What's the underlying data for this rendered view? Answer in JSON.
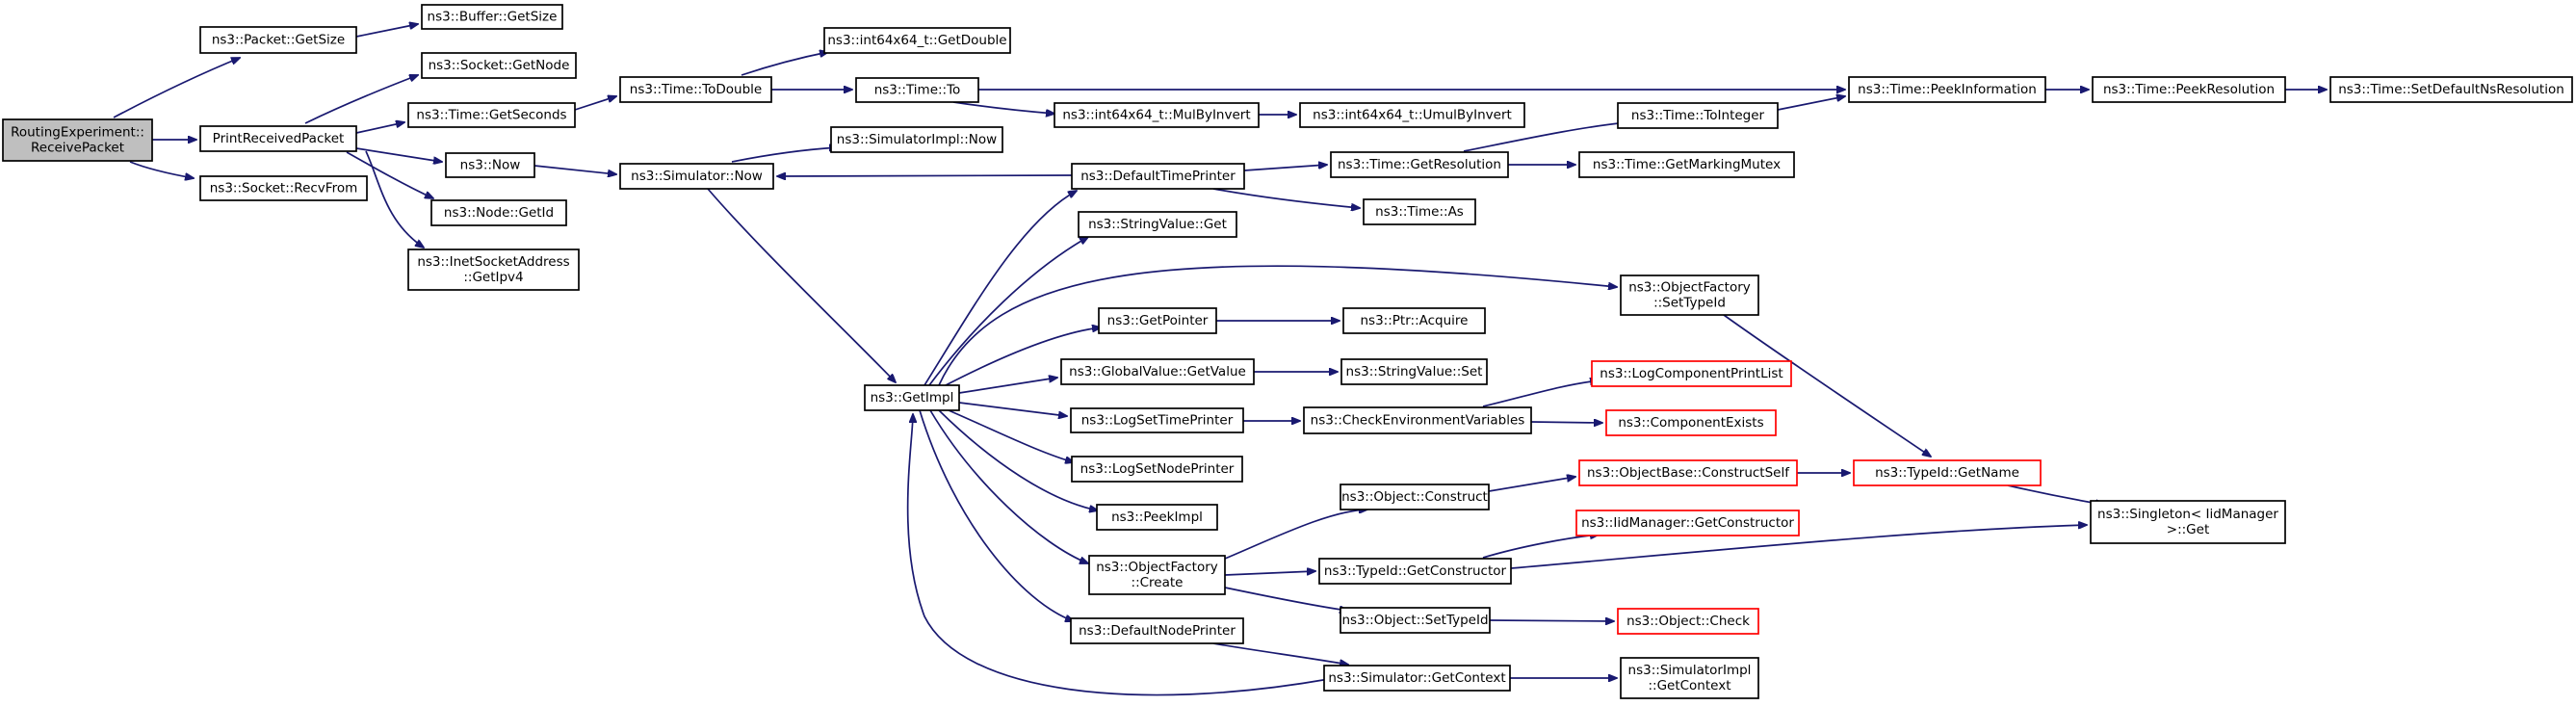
{
  "nodes": [
    {
      "id": "root",
      "lines": [
        "RoutingExperiment::",
        "ReceivePacket"
      ],
      "style": "root"
    },
    {
      "id": "pkt_getsize",
      "lines": [
        "ns3::Packet::GetSize"
      ]
    },
    {
      "id": "buf_getsize",
      "lines": [
        "ns3::Buffer::GetSize"
      ]
    },
    {
      "id": "printrecv",
      "lines": [
        "PrintReceivedPacket"
      ]
    },
    {
      "id": "sock_recvfrom",
      "lines": [
        "ns3::Socket::RecvFrom"
      ]
    },
    {
      "id": "sock_getnode",
      "lines": [
        "ns3::Socket::GetNode"
      ]
    },
    {
      "id": "time_getseconds",
      "lines": [
        "ns3::Time::GetSeconds"
      ]
    },
    {
      "id": "now",
      "lines": [
        "ns3::Now"
      ]
    },
    {
      "id": "node_getid",
      "lines": [
        "ns3::Node::GetId"
      ]
    },
    {
      "id": "inet_getipv4",
      "lines": [
        "ns3::InetSocketAddress",
        "::GetIpv4"
      ]
    },
    {
      "id": "time_todouble",
      "lines": [
        "ns3::Time::ToDouble"
      ]
    },
    {
      "id": "int64_getdouble",
      "lines": [
        "ns3::int64x64_t::GetDouble"
      ]
    },
    {
      "id": "time_to",
      "lines": [
        "ns3::Time::To"
      ]
    },
    {
      "id": "mulbyinvert",
      "lines": [
        "ns3::int64x64_t::MulByInvert"
      ]
    },
    {
      "id": "umulbyinvert",
      "lines": [
        "ns3::int64x64_t::UmulByInvert"
      ]
    },
    {
      "id": "sim_now",
      "lines": [
        "ns3::Simulator::Now"
      ]
    },
    {
      "id": "simimpl_now",
      "lines": [
        "ns3::SimulatorImpl::Now"
      ]
    },
    {
      "id": "defaulttimeprinter",
      "lines": [
        "ns3::DefaultTimePrinter"
      ]
    },
    {
      "id": "stringvalue_get",
      "lines": [
        "ns3::StringValue::Get"
      ]
    },
    {
      "id": "getimpl",
      "lines": [
        "ns3::GetImpl"
      ]
    },
    {
      "id": "getpointer",
      "lines": [
        "ns3::GetPointer"
      ]
    },
    {
      "id": "globalvalue_getvalue",
      "lines": [
        "ns3::GlobalValue::GetValue"
      ]
    },
    {
      "id": "logsettimeprinter",
      "lines": [
        "ns3::LogSetTimePrinter"
      ]
    },
    {
      "id": "logsetnodeprinter",
      "lines": [
        "ns3::LogSetNodePrinter"
      ]
    },
    {
      "id": "peekimpl",
      "lines": [
        "ns3::PeekImpl"
      ]
    },
    {
      "id": "objfactory_create",
      "lines": [
        "ns3::ObjectFactory",
        "::Create"
      ]
    },
    {
      "id": "defaultnodeprinter",
      "lines": [
        "ns3::DefaultNodePrinter"
      ]
    },
    {
      "id": "peekinformation",
      "lines": [
        "ns3::Time::PeekInformation"
      ]
    },
    {
      "id": "peekresolution",
      "lines": [
        "ns3::Time::PeekResolution"
      ]
    },
    {
      "id": "setdefaultnsres",
      "lines": [
        "ns3::Time::SetDefaultNsResolution"
      ]
    },
    {
      "id": "time_tointeger",
      "lines": [
        "ns3::Time::ToInteger"
      ]
    },
    {
      "id": "time_getresolution",
      "lines": [
        "ns3::Time::GetResolution"
      ]
    },
    {
      "id": "time_getmarkingmutex",
      "lines": [
        "ns3::Time::GetMarkingMutex"
      ]
    },
    {
      "id": "time_as",
      "lines": [
        "ns3::Time::As"
      ]
    },
    {
      "id": "objfactory_settypeid",
      "lines": [
        "ns3::ObjectFactory",
        "::SetTypeId"
      ]
    },
    {
      "id": "ptr_acquire",
      "lines": [
        "ns3::Ptr::Acquire"
      ]
    },
    {
      "id": "stringvalue_set",
      "lines": [
        "ns3::StringValue::Set"
      ]
    },
    {
      "id": "checkenvvars",
      "lines": [
        "ns3::CheckEnvironmentVariables"
      ]
    },
    {
      "id": "logcomponentprintlist",
      "lines": [
        "ns3::LogComponentPrintList"
      ],
      "style": "red"
    },
    {
      "id": "componentexists",
      "lines": [
        "ns3::ComponentExists"
      ],
      "style": "red"
    },
    {
      "id": "object_construct",
      "lines": [
        "ns3::Object::Construct"
      ]
    },
    {
      "id": "objectbase_constructself",
      "lines": [
        "ns3::ObjectBase::ConstructSelf"
      ],
      "style": "red"
    },
    {
      "id": "typeid_getname",
      "lines": [
        "ns3::TypeId::GetName"
      ],
      "style": "red"
    },
    {
      "id": "singleton_get",
      "lines": [
        "ns3::Singleton< IidManager",
        ">::Get"
      ]
    },
    {
      "id": "iidmanager_getconstructor",
      "lines": [
        "ns3::IidManager::GetConstructor"
      ],
      "style": "red"
    },
    {
      "id": "typeid_getconstructor",
      "lines": [
        "ns3::TypeId::GetConstructor"
      ]
    },
    {
      "id": "object_settypeid",
      "lines": [
        "ns3::Object::SetTypeId"
      ]
    },
    {
      "id": "object_check",
      "lines": [
        "ns3::Object::Check"
      ],
      "style": "red"
    },
    {
      "id": "sim_getcontext",
      "lines": [
        "ns3::Simulator::GetContext"
      ]
    },
    {
      "id": "simimpl_getcontext",
      "lines": [
        "ns3::SimulatorImpl",
        "::GetContext"
      ]
    }
  ],
  "edges": [
    [
      "root",
      "pkt_getsize"
    ],
    [
      "root",
      "printrecv"
    ],
    [
      "root",
      "sock_recvfrom"
    ],
    [
      "pkt_getsize",
      "buf_getsize"
    ],
    [
      "printrecv",
      "sock_getnode"
    ],
    [
      "printrecv",
      "time_getseconds"
    ],
    [
      "printrecv",
      "now"
    ],
    [
      "printrecv",
      "node_getid"
    ],
    [
      "printrecv",
      "inet_getipv4"
    ],
    [
      "time_getseconds",
      "time_todouble"
    ],
    [
      "time_todouble",
      "int64_getdouble"
    ],
    [
      "time_todouble",
      "time_to"
    ],
    [
      "time_to",
      "peekinformation"
    ],
    [
      "time_to",
      "mulbyinvert"
    ],
    [
      "mulbyinvert",
      "umulbyinvert"
    ],
    [
      "now",
      "sim_now"
    ],
    [
      "sim_now",
      "simimpl_now"
    ],
    [
      "sim_now",
      "getimpl"
    ],
    [
      "defaulttimeprinter",
      "sim_now"
    ],
    [
      "defaulttimeprinter",
      "time_getresolution"
    ],
    [
      "defaulttimeprinter",
      "time_as"
    ],
    [
      "time_getresolution",
      "time_tointeger"
    ],
    [
      "time_getresolution",
      "time_getmarkingmutex"
    ],
    [
      "time_tointeger",
      "peekinformation"
    ],
    [
      "peekinformation",
      "peekresolution"
    ],
    [
      "peekresolution",
      "setdefaultnsres"
    ],
    [
      "getimpl",
      "defaulttimeprinter"
    ],
    [
      "getimpl",
      "stringvalue_get"
    ],
    [
      "getimpl",
      "objfactory_settypeid"
    ],
    [
      "getimpl",
      "getpointer"
    ],
    [
      "getimpl",
      "globalvalue_getvalue"
    ],
    [
      "getimpl",
      "logsettimeprinter"
    ],
    [
      "getimpl",
      "logsetnodeprinter"
    ],
    [
      "getimpl",
      "peekimpl"
    ],
    [
      "getimpl",
      "objfactory_create"
    ],
    [
      "getimpl",
      "defaultnodeprinter"
    ],
    [
      "getpointer",
      "ptr_acquire"
    ],
    [
      "globalvalue_getvalue",
      "stringvalue_set"
    ],
    [
      "logsettimeprinter",
      "checkenvvars"
    ],
    [
      "checkenvvars",
      "logcomponentprintlist"
    ],
    [
      "checkenvvars",
      "componentexists"
    ],
    [
      "objfactory_settypeid",
      "typeid_getname"
    ],
    [
      "objfactory_create",
      "object_construct"
    ],
    [
      "objfactory_create",
      "typeid_getconstructor"
    ],
    [
      "objfactory_create",
      "object_settypeid"
    ],
    [
      "object_construct",
      "objectbase_constructself"
    ],
    [
      "objectbase_constructself",
      "typeid_getname"
    ],
    [
      "typeid_getname",
      "singleton_get"
    ],
    [
      "typeid_getconstructor",
      "iidmanager_getconstructor"
    ],
    [
      "typeid_getconstructor",
      "singleton_get"
    ],
    [
      "object_settypeid",
      "object_check"
    ],
    [
      "defaultnodeprinter",
      "sim_getcontext"
    ],
    [
      "sim_getcontext",
      "simimpl_getcontext"
    ],
    [
      "sim_getcontext",
      "getimpl"
    ]
  ]
}
